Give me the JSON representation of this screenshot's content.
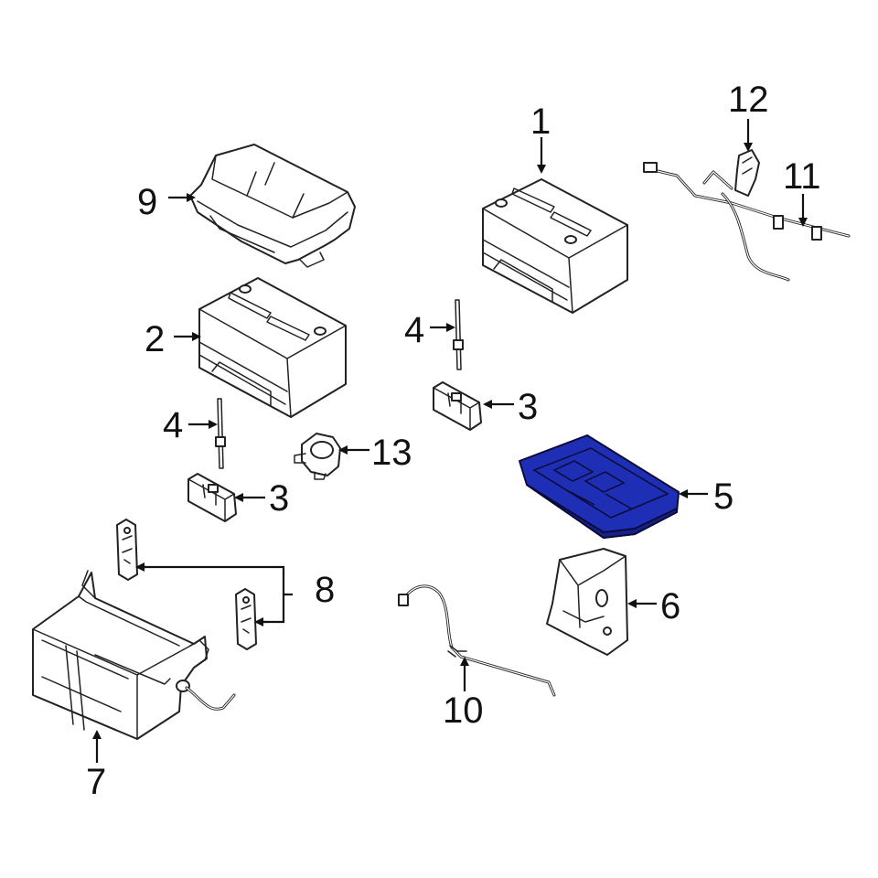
{
  "callouts": {
    "c1": "1",
    "c2": "2",
    "c3a": "3",
    "c3b": "3",
    "c4a": "4",
    "c4b": "4",
    "c5": "5",
    "c6": "6",
    "c7": "7",
    "c8": "8",
    "c9": "9",
    "c10": "10",
    "c11": "11",
    "c12": "12",
    "c13": "13"
  },
  "highlight": {
    "part": "5",
    "color": "#1f2fb5",
    "shade": "#16228a"
  },
  "colors": {
    "line": "#222222",
    "background": "#ffffff"
  }
}
